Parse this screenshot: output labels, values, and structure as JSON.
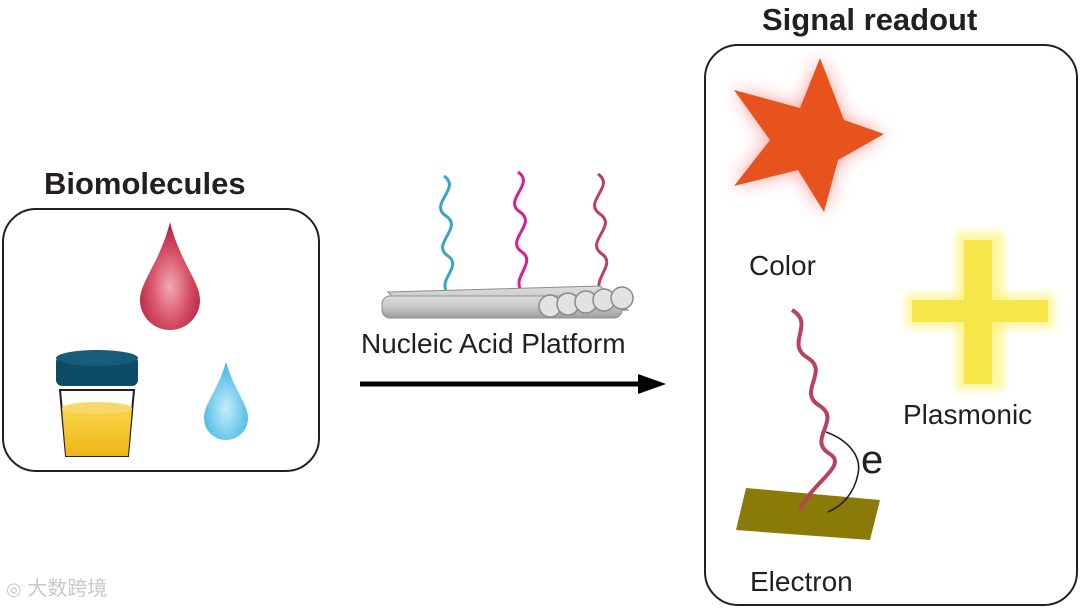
{
  "biomolecules": {
    "title": "Biomolecules"
  },
  "platform": {
    "label": "Nucleic Acid Platform"
  },
  "signal": {
    "title": "Signal readout",
    "color_label": "Color",
    "plasmonic_label": "Plasmonic",
    "electron_label": "Electron",
    "e_symbol": "e"
  },
  "watermark": {
    "text": "大数跨境"
  },
  "colors": {
    "blood_drop": "#c9384f",
    "blue_drop": "#5fc3e8",
    "cup_lid": "#0e4c66",
    "cup_liquid": "#f5c518",
    "star": "#e8531d",
    "plasmonic": "#f7e64a",
    "electrode": "#8a7a08",
    "dna_blue": "#3aa3c6",
    "dna_magenta": "#d5208e",
    "dna_red": "#b7435c",
    "tubes": "#c8c8c8"
  }
}
